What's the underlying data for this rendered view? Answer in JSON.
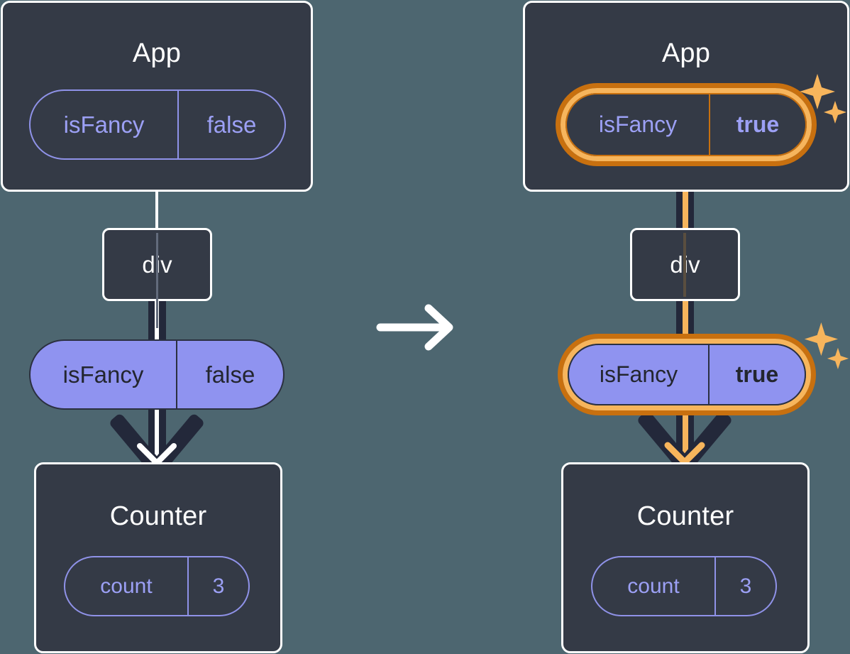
{
  "diagram": {
    "title": "React state propagation: isFancy false to true",
    "type": "component-tree",
    "background_color": "#4d6670",
    "box_color": "#343a46",
    "pill_fill": "#8f93f0",
    "pill_stroke": "#8f92e8",
    "highlight_outer": "#c8700f",
    "highlight_inner": "#f7b55c",
    "transition_arrow": "arrow-right-icon"
  },
  "before": {
    "app": {
      "title": "App",
      "state": {
        "key": "isFancy",
        "value": "false",
        "highlighted": false
      }
    },
    "div": {
      "label": "div"
    },
    "prop": {
      "key": "isFancy",
      "value": "false",
      "highlighted": false
    },
    "counter": {
      "title": "Counter",
      "state": {
        "key": "count",
        "value": "3"
      }
    }
  },
  "after": {
    "app": {
      "title": "App",
      "state": {
        "key": "isFancy",
        "value": "true",
        "highlighted": true
      }
    },
    "div": {
      "label": "div"
    },
    "prop": {
      "key": "isFancy",
      "value": "true",
      "highlighted": true
    },
    "counter": {
      "title": "Counter",
      "state": {
        "key": "count",
        "value": "3"
      }
    }
  }
}
